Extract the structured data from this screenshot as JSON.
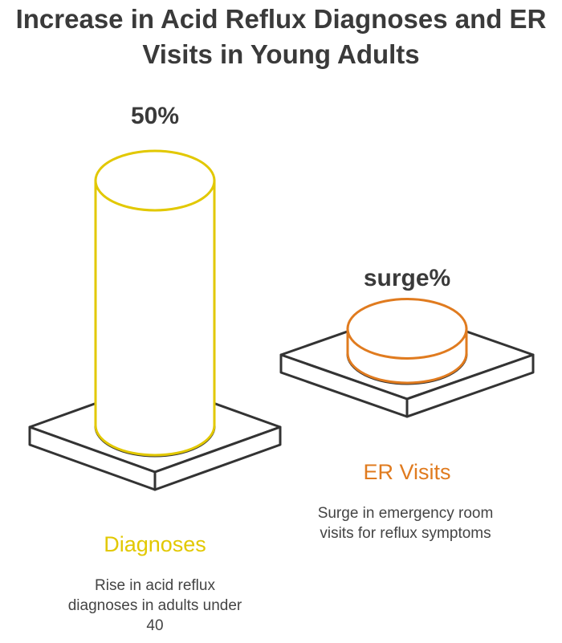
{
  "chart_data": {
    "type": "bar",
    "title": "Increase in Acid Reflux Diagnoses and ER Visits in Young Adults",
    "categories": [
      "Diagnoses",
      "ER Visits"
    ],
    "values": [
      50,
      5
    ],
    "value_labels": [
      "50%",
      "surge%"
    ],
    "descriptions": [
      "Rise in acid reflux diagnoses in adults under 40",
      "Surge in emergency room visits for reflux symptoms"
    ],
    "colors": [
      "#E2C800",
      "#E07B1F"
    ],
    "ylim": [
      0,
      50
    ]
  }
}
